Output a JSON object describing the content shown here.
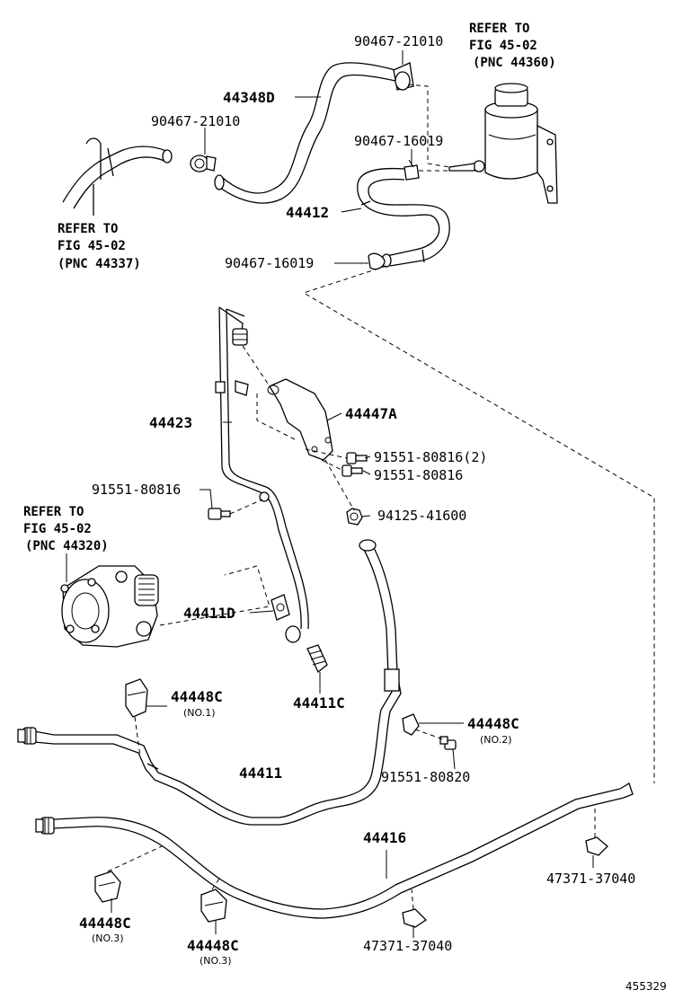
{
  "refs": {
    "reservoir": [
      "REFER TO",
      "FIG 45-02",
      "(PNC 44360)"
    ],
    "inlet": [
      "REFER TO",
      "FIG 45-02",
      "(PNC 44337)"
    ],
    "pump": [
      "REFER TO",
      "FIG 45-02",
      "(PNC 44320)"
    ]
  },
  "labels": {
    "p90467_21010_a": "90467-21010",
    "p44348D": "44348D",
    "p90467_21010_b": "90467-21010",
    "p90467_16019_a": "90467-16019",
    "p44412": "44412",
    "p90467_16019_b": "90467-16019",
    "p44423": "44423",
    "p44447A": "44447A",
    "p91551_80816_2": "91551-80816(2)",
    "p91551_80816_a": "91551-80816",
    "p91551_80816_b": "91551-80816",
    "p94125_41600": "94125-41600",
    "p44411D": "44411D",
    "p44411C": "44411C",
    "p44448C_1": "44448C",
    "no1": "(NO.1)",
    "p44448C_2": "44448C",
    "no2": "(NO.2)",
    "p91551_80820": "91551-80820",
    "p44411": "44411",
    "p44416": "44416",
    "p47371_37040_a": "47371-37040",
    "p47371_37040_b": "47371-37040",
    "p44448C_3a": "44448C",
    "no3a": "(NO.3)",
    "p44448C_3b": "44448C",
    "no3b": "(NO.3)",
    "figure_id": "455329"
  }
}
